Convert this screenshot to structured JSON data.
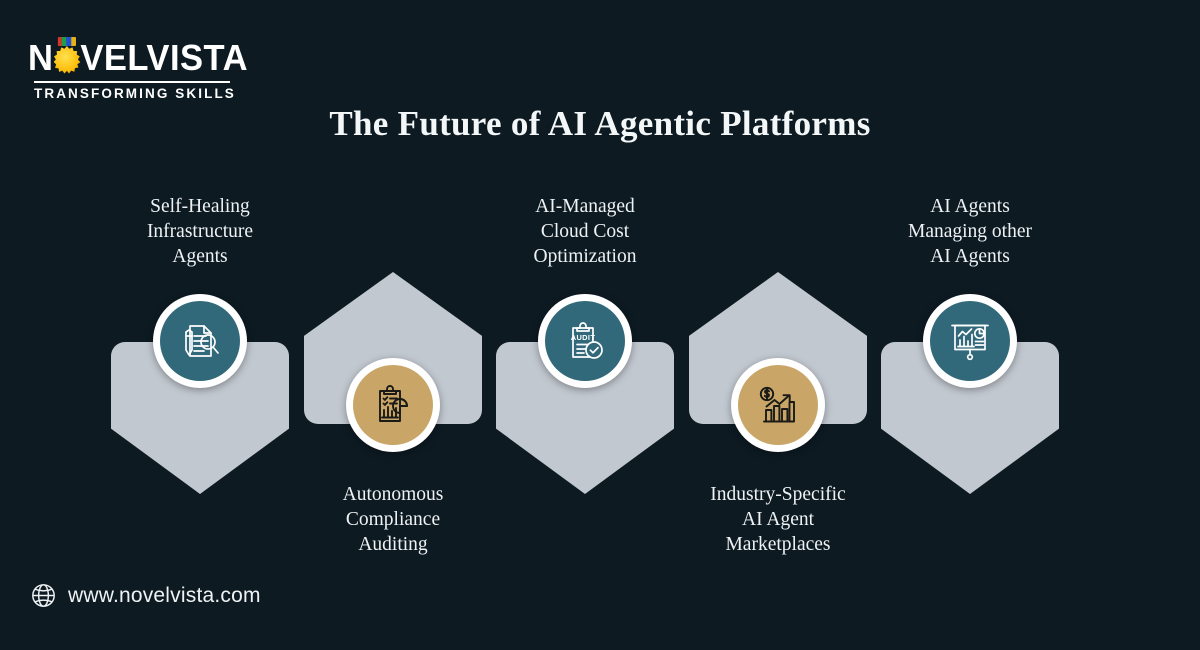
{
  "background_color": "#0d1a22",
  "logo": {
    "name_part1": "N",
    "name_part2": "VELVISTA",
    "tagline": "TRANSFORMING SKILLS",
    "sun_icon": "sun-burst-icon",
    "flag_colors": [
      "#d8322b",
      "#1f9e46",
      "#1f4fd8",
      "#e3b316"
    ]
  },
  "header": {
    "title": "The Future of AI Agentic Platforms"
  },
  "items": [
    {
      "label": "Self-Healing\nInfrastructure\nAgents",
      "label_lines": [
        "Self-Healing",
        "Infrastructure",
        "Agents"
      ],
      "icon": "document-pencil-magnifier-icon",
      "disc_color": "#31697a",
      "icon_stroke": "#ffffff",
      "shape": "down",
      "caption_position": "top"
    },
    {
      "label": "Autonomous\nCompliance\nAuditing",
      "label_lines": [
        "Autonomous",
        "Compliance",
        "Auditing"
      ],
      "icon": "clipboard-charts-icon",
      "disc_color": "#c9a667",
      "icon_stroke": "#1a1a16",
      "shape": "up",
      "caption_position": "bottom"
    },
    {
      "label": "AI-Managed\nCloud Cost\nOptimization",
      "label_lines": [
        "AI-Managed",
        "Cloud Cost",
        "Optimization"
      ],
      "icon": "audit-clipboard-check-icon",
      "icon_text": "AUDIT",
      "disc_color": "#31697a",
      "icon_stroke": "#ffffff",
      "shape": "down",
      "caption_position": "top"
    },
    {
      "label": "Industry-Specific\nAI Agent\nMarketplaces",
      "label_lines": [
        "Industry-Specific",
        "AI Agent",
        "Marketplaces"
      ],
      "icon": "dollar-growth-chart-icon",
      "disc_color": "#c9a667",
      "icon_stroke": "#1a1a16",
      "shape": "up",
      "caption_position": "bottom"
    },
    {
      "label": "AI Agents\nManaging other\nAI Agents",
      "label_lines": [
        "AI Agents",
        "Managing other",
        "AI Agents"
      ],
      "icon": "presentation-board-analytics-icon",
      "disc_color": "#31697a",
      "icon_stroke": "#ffffff",
      "shape": "down",
      "caption_position": "top"
    }
  ],
  "footer": {
    "globe_icon": "globe-icon",
    "url": "www.novelvista.com"
  }
}
